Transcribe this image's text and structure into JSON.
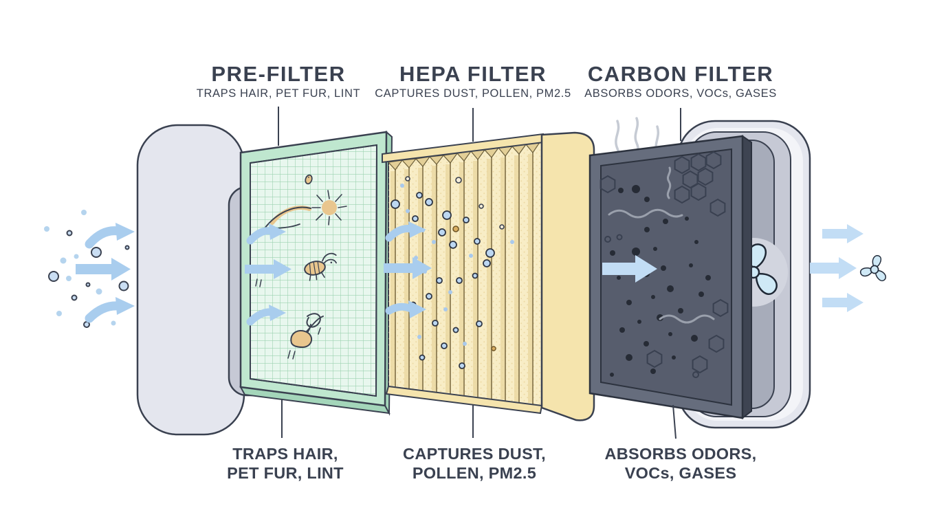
{
  "stages": [
    {
      "title": "PRE-FILTER",
      "subtitle": "TRAPS HAIR, PET FUR, LINT",
      "caption_line1": "TRAPS HAIR,",
      "caption_line2": "PET FUR, LINT"
    },
    {
      "title": "HEPA FILTER",
      "subtitle": "CAPTURES DUST, POLLEN, PM2.5",
      "caption_line1": "CAPTURES DUST,",
      "caption_line2": "POLLEN, PM2.5"
    },
    {
      "title": "CARBON FILTER",
      "subtitle": "ABSORBS ODORS, VOCs, GASES",
      "caption_line1": "ABSORBS ODORS,",
      "caption_line2": "VOCs, GASES"
    }
  ],
  "glyphs": {
    "airflow-arrow-icon": "→",
    "fan-icon": "propeller",
    "steam-wisp-icon": "〰",
    "odor-wave-icon": "〰",
    "honeycomb-icon": "⬡",
    "particle-icon": "●",
    "hair-strand-icon": "〜",
    "lint-clump-icon": "✱"
  },
  "colors": {
    "ink": "#3a4150",
    "arrow_blue": "#a9cdee",
    "arrow_blue_light": "#c2ddf5",
    "particle_blue": "#b5d4ee",
    "mint_frame": "#bfe7cf",
    "mint_mesh": "#e8f7ee",
    "mint_grid": "#9cd2b0",
    "mint_depth": "#a4d6ba",
    "hepa_frame": "#f5e4ad",
    "hepa_pleat": "#f8edc6",
    "hepa_speckle": "#ecd9a4",
    "hepa_shadow": "#ead7a0",
    "hepa_zigzag": "#e3cf97",
    "hepa_line": "#8b7a50",
    "carbon_frame": "#666d7d",
    "carbon_face": "#575d6d",
    "carbon_depth": "#3e4452",
    "carbon_dot": "#262b35",
    "hex_line": "#394050",
    "odor_wave": "#9aa0ac",
    "steam": "#c0c5cf",
    "housing_light": "#e4e6ee",
    "housing_highlight": "#f3f4f8",
    "housing_mid": "#c6c9d5",
    "housing_deep": "#a7acba",
    "fan_blade": "#cfe9f6",
    "fan_disc": "#d2d5df",
    "lint_tan": "#e9c68e",
    "background": "#ffffff"
  }
}
